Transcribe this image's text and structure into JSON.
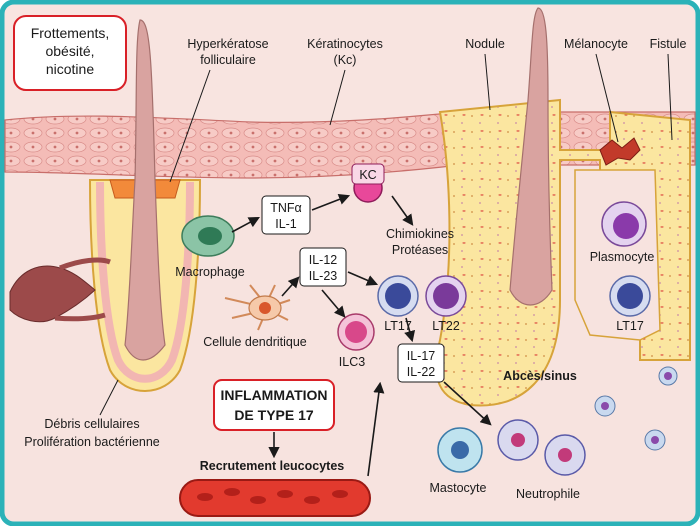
{
  "labels": {
    "risk_factors": [
      "Frottements,",
      "obésité,",
      "nicotine"
    ],
    "hyperkeratosis": [
      "Hyperkératose",
      "folliculaire"
    ],
    "keratinocytes": [
      "Kératinocytes",
      "(Kc)"
    ],
    "nodule": "Nodule",
    "melanocyte": "Mélanocyte",
    "fistula": "Fistule",
    "kc": "KC",
    "macrophage": "Macrophage",
    "tnf_box": [
      "TNFα",
      "IL-1"
    ],
    "chemokines": [
      "Chimiokines",
      "Protéases"
    ],
    "il12_box": [
      "IL-12",
      "IL-23"
    ],
    "dendritic": "Cellule dendritique",
    "lt17": "LT17",
    "lt22": "LT22",
    "ilc3": "ILC3",
    "il17_box": [
      "IL-17",
      "IL-22"
    ],
    "plasmocyte": "Plasmocyte",
    "lt17_right": "LT17",
    "abscess": "Abcès/sinus",
    "debris": [
      "Débris cellulaires",
      "Prolifération bactérienne"
    ],
    "inflammation": [
      "INFLAMMATION",
      "DE TYPE 17"
    ],
    "recruitment": "Recrutement leucocytes",
    "mastocyte": "Mastocyte",
    "neutrophile": "Neutrophile"
  },
  "colors": {
    "frame": "#2bb2b8",
    "dermis": "#f7e3df",
    "epidermis": "#f2b6b2",
    "abscess": "#fbe7a4",
    "hair": "#d9a3a0",
    "red_box": "#d92027",
    "vessel": "#e23a2e"
  }
}
